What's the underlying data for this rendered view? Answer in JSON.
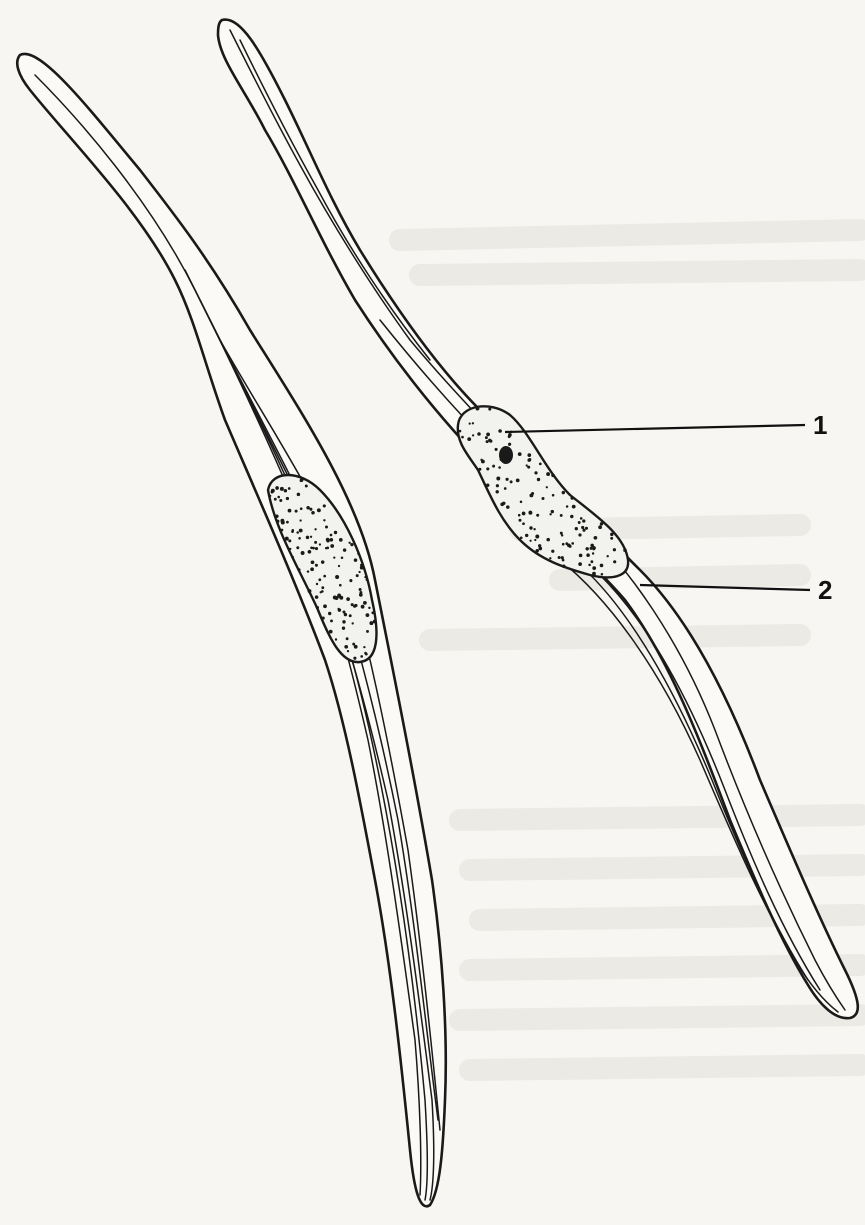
{
  "labels": [
    {
      "id": "1",
      "text": "1"
    },
    {
      "id": "2",
      "text": "2"
    }
  ],
  "colors": {
    "background": "#f7f6f2",
    "ink": "#1a1a1a"
  }
}
